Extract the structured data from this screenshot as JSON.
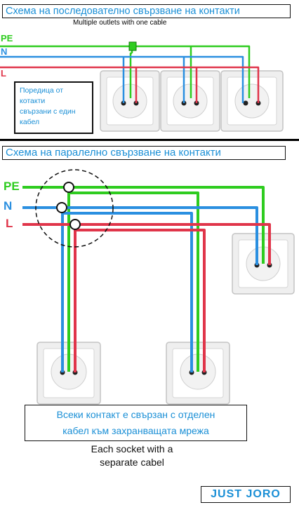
{
  "serial": {
    "title": "Схема на последователно свързване на контакти",
    "subtitle": "Multiple outlets with one cable",
    "labels": {
      "pe": "PE",
      "n": "N",
      "l": "L"
    },
    "note": [
      "Поредица от",
      "котакти",
      "свързани с един",
      "кабел"
    ]
  },
  "parallel": {
    "title": "Схема на паралелно свързване на контакти",
    "labels": {
      "pe": "PE",
      "n": "N",
      "l": "L"
    },
    "note": [
      "Всеки контакт е свързан с отделен",
      "кабел към захранващата мрежа"
    ],
    "caption": [
      "Each socket with a",
      "separate cabel"
    ]
  },
  "brand": "JUST JORO",
  "colors": {
    "pe": "#2ecc1f",
    "n": "#2a8fe0",
    "l": "#e0354a",
    "accent": "#1a8fd6"
  }
}
